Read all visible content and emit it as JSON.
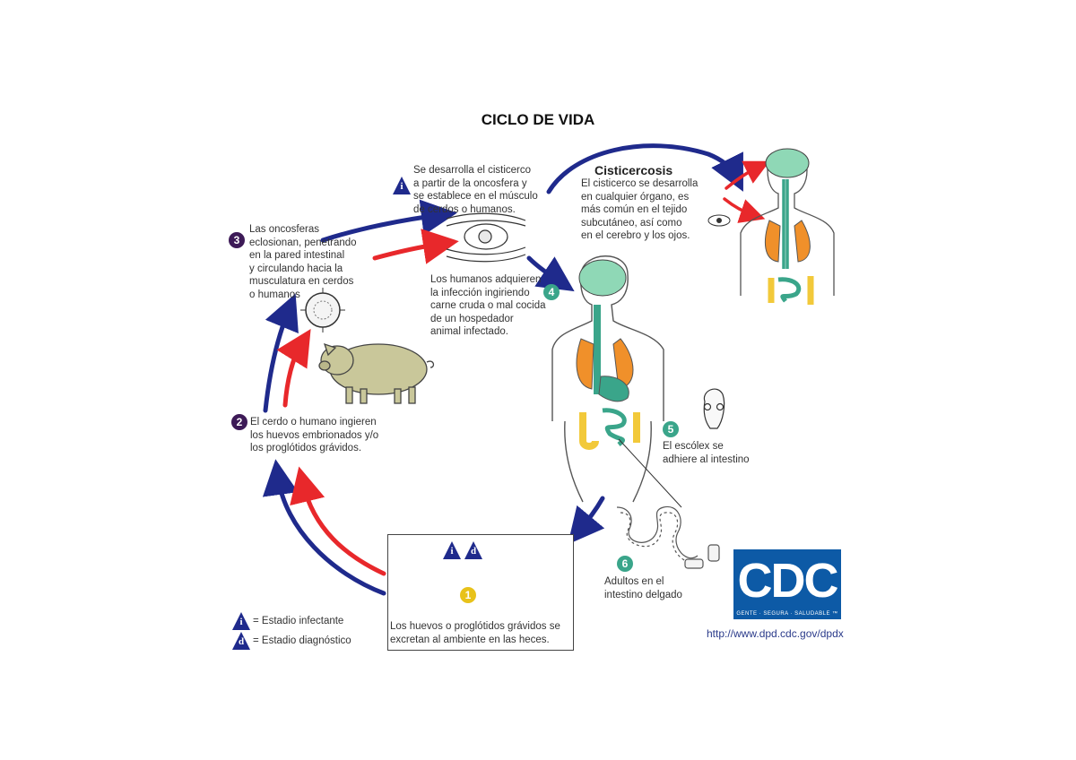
{
  "title": "CICLO DE VIDA",
  "cisticercosis": {
    "heading": "Cisticercosis",
    "text": "El cisticerco se desarrolla\nen cualquier órgano, es\nmás común en el tejido\nsubcutáneo, así como\nen el cerebro y los ojos."
  },
  "steps": [
    {
      "number": "1",
      "text": "Los huevos o proglótidos grávidos se\nexcretan al ambiente en las heces.",
      "color": "#e8c21a"
    },
    {
      "number": "2",
      "text": "El cerdo o humano ingieren\nlos huevos embrionados y/o\nlos proglótidos grávidos.",
      "color": "#3d1a57"
    },
    {
      "number": "3",
      "text": "Las oncosferas\neclosionan, penetrando\nen la pared intestinal\ny circulando hacia la\nmusculatura en cerdos\no humanos",
      "color": "#3d1a57"
    },
    {
      "number": "4",
      "text": "Los humanos adquieren\nla infección ingiriendo\ncarne cruda o mal cocida\nde un hospedador\nanimal infectado.",
      "color": "#3aa58a"
    },
    {
      "number": "5",
      "text": "El escólex se\nadhiere al intestino",
      "color": "#3aa58a"
    },
    {
      "number": "6",
      "text": "Adultos en el\nintestino delgado",
      "color": "#3aa58a"
    }
  ],
  "cysticercus_text": "Se desarrolla el cisticerco\na partir de la oncosfera y\nse establece en el músculo\nde cerdos o humanos.",
  "stage_markers": {
    "infective": "i",
    "diagnostic": "d"
  },
  "legend": {
    "infective": "= Estadio infectante",
    "diagnostic": "= Estadio diagnóstico"
  },
  "logo": {
    "letters": "CDC",
    "tagline": "GENTE · SEGURA · SALUDABLE ™"
  },
  "url": "http://www.dpd.cdc.gov/dpdx",
  "colors": {
    "blue_arrow": "#1f2a8c",
    "red_arrow": "#e8282b",
    "marker": "#1f2a8c",
    "lung": "#f0902a",
    "brain": "#8fd8b6",
    "digestive": "#3aa58a",
    "intestine": "#f2d34a",
    "pig": "#c9c79a"
  }
}
